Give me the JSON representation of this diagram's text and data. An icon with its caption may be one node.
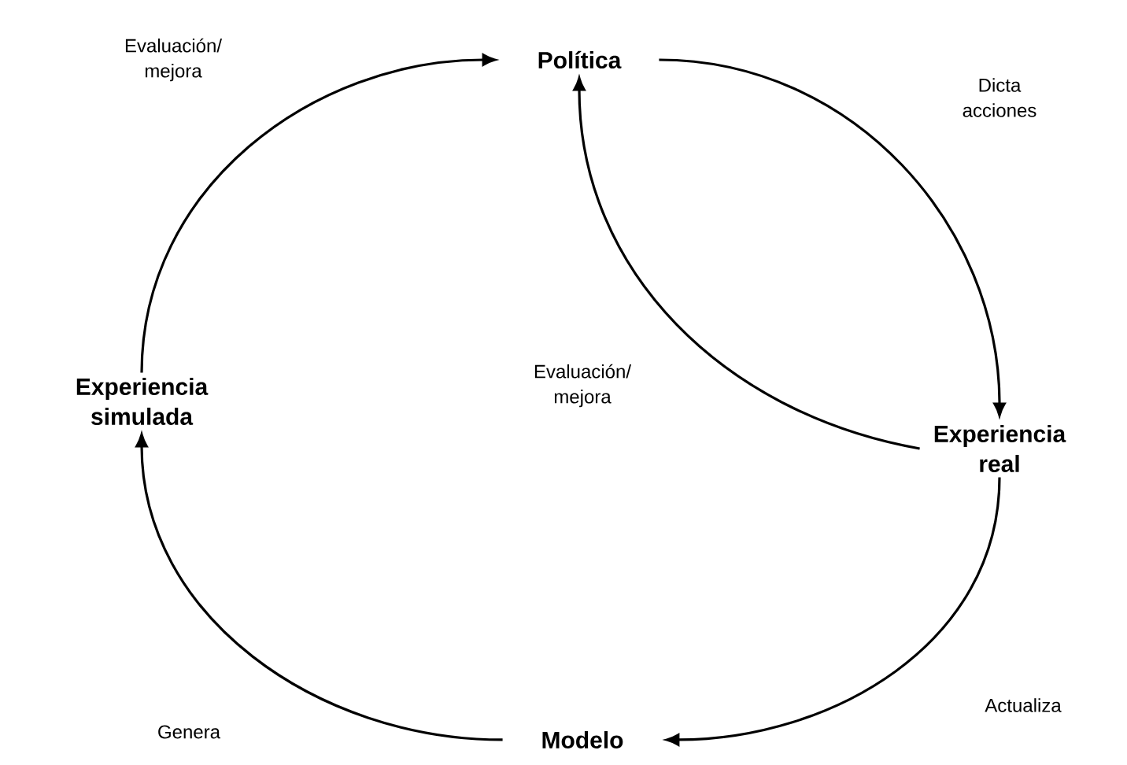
{
  "diagram": {
    "nodes": [
      {
        "text": [
          "Política"
        ]
      },
      {
        "text": [
          "Experiencia real"
        ]
      },
      {
        "text": [
          "Modelo"
        ]
      },
      {
        "text": [
          "Experiencia simulada"
        ]
      }
    ],
    "edges": [
      {
        "from": 0,
        "to": 1,
        "arrow": "to",
        "label": "Dicta acciones"
      },
      {
        "from": 1,
        "to": 0,
        "arrow": "to",
        "label": "Evaluación/ mejora"
      },
      {
        "from": 1,
        "to": 2,
        "arrow": "to",
        "label": "Actualiza"
      },
      {
        "from": 2,
        "to": 3,
        "arrow": "to",
        "label": "Genera"
      },
      {
        "from": 3,
        "to": 0,
        "arrow": "to",
        "label": "Evaluación/ mejora"
      }
    ]
  }
}
